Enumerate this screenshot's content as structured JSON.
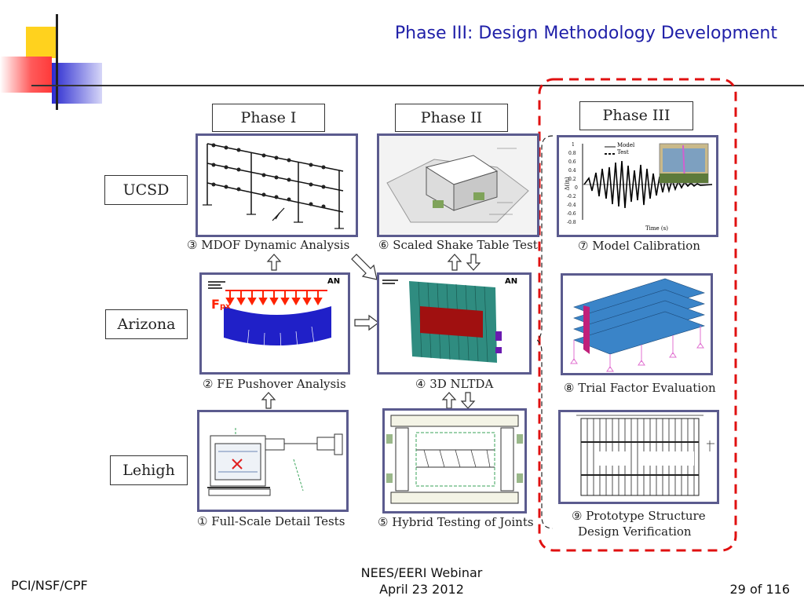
{
  "slide": {
    "title": "Phase III: Design Methodology Development",
    "footer_left": "PCI/NSF/CPF",
    "footer_center_line1": "NEES/EERI Webinar",
    "footer_center_line2": "April 23 2012",
    "footer_right": "29 of 116"
  },
  "phases": [
    "Phase I",
    "Phase II",
    "Phase III"
  ],
  "institutions": [
    "UCSD",
    "Arizona",
    "Lehigh"
  ],
  "captions": {
    "c1": "① Full-Scale Detail Tests",
    "c2": "② FE Pushover Analysis",
    "c3": "③ MDOF Dynamic Analysis",
    "c4": "④ 3D NLTDA",
    "c5": "⑤ Hybrid Testing of Joints",
    "c6": "⑥ Scaled Shake Table Test",
    "c7": "⑦ Model Calibration",
    "c8": "⑧ Trial Factor Evaluation",
    "c9_line1": "⑨ Prototype Structure",
    "c9_line2": "Design Verification"
  },
  "panel_text": {
    "ansys": "AN",
    "fpx": "F",
    "fpx_sub": "px",
    "model": "Model",
    "test": "Test",
    "time": "Time (s)",
    "yaxis": "Δ(in)",
    "yticks": [
      "1",
      "0.8",
      "0.6",
      "0.4",
      "0.2",
      "0",
      "-0.2",
      "-0.4",
      "-0.6",
      "-0.8"
    ]
  },
  "colors": {
    "title": "#1f1fa8",
    "panel_border": "#5b5b8e",
    "phase3_dash": "#e01010",
    "load_arrows": "#ff2200",
    "fe_mesh": "#2020c8",
    "nltda_green": "#2f8c80",
    "nltda_red": "#a01010",
    "slab_blue": "#3a84c8"
  }
}
